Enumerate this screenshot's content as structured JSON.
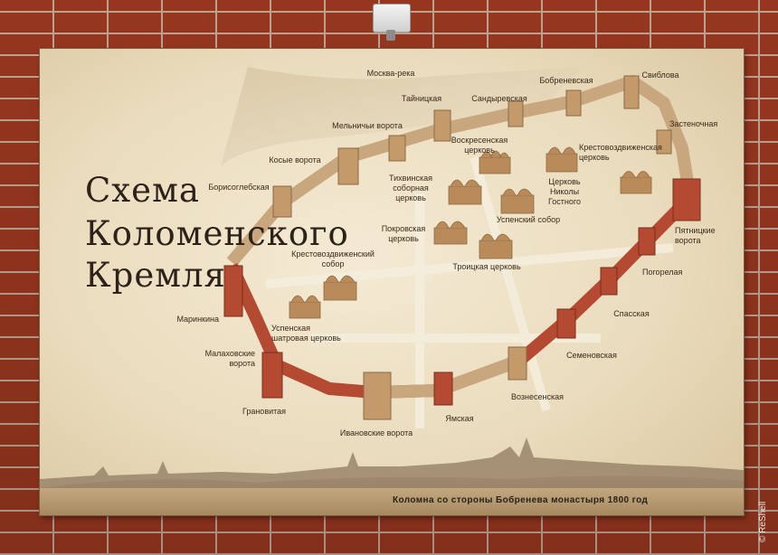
{
  "title_lines": [
    "Схема",
    "Коломенского",
    "Кремля"
  ],
  "labels": {
    "moskva_reka": "Москва-река",
    "tainitskaya": "Тайницкая",
    "sandyrevskaya": "Сандыревская",
    "bobrenevskaya": "Бобреневская",
    "svibllova": "Свиблова",
    "zastennaya": "Застеночная",
    "melnichi": "Мельничьи ворота",
    "voskresenskaya": "Воскресенская\nцерковь",
    "krestovozdv_church": "Крестовоздвиженская\nцерковь",
    "kosye": "Косые ворота",
    "borisoglebskaya": "Борисоглебская",
    "tikhvinskaya": "Тихвинская\nсоборная\nцерковь",
    "nikoly": "Церковь\nНиколы\nГостного",
    "uspensky_sobor": "Успенский собор",
    "pokrovskaya": "Покровская\nцерковь",
    "pyatnitskie": "Пятницкие\nворота",
    "krestovozdv_sobor": "Крестовоздвиженский\nсобор",
    "troitskaya": "Троицкая церковь",
    "pogorelaya": "Погорелая",
    "marinkina": "Маринкина",
    "uspenskaya_shatr": "Успенская\nшатровая церковь",
    "spasskaya": "Спасская",
    "malakhovskie": "Малаховские\nворота",
    "semenovskaya": "Семеновская",
    "voznesenskaya": "Вознесенская",
    "granovitaya": "Грановитая",
    "yamskaya": "Ямская",
    "ivanovskie": "Ивановские ворота"
  },
  "caption": "Коломна со стороны Бобренева монастыря 1800 год",
  "watermark": "© ReShell",
  "colors": {
    "wall_beige": "#c9a77e",
    "wall_red": "#b54a33",
    "tower_beige": "#c49a6b",
    "church": "#b98a5a",
    "ink": "#3b2a1a"
  }
}
